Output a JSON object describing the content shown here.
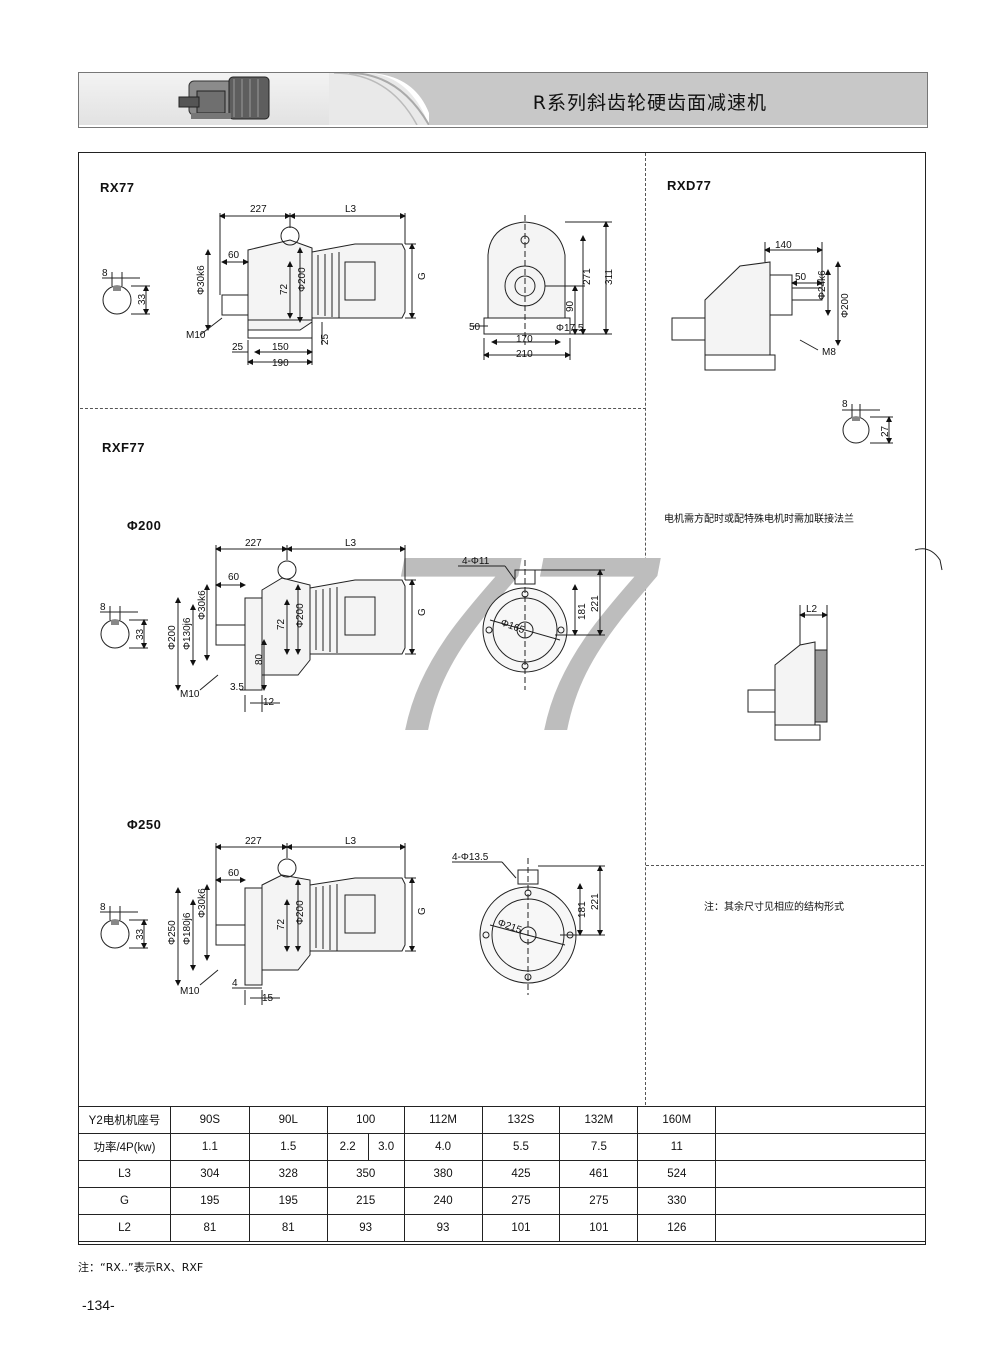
{
  "header": {
    "title": "R系列斜齿轮硬齿面减速机"
  },
  "sections": {
    "rx77": {
      "label": "RX77"
    },
    "rxd77": {
      "label": "RXD77"
    },
    "rxf77": {
      "label": "RXF77"
    },
    "phi200": {
      "label": "Φ200"
    },
    "phi250": {
      "label": "Φ250"
    }
  },
  "notes": {
    "flange": "电机需方配时或配特殊电机时需加联接法兰",
    "other_dims": "注：其余尺寸见相应的结构形式"
  },
  "big_number": "77",
  "dims": {
    "rx77": {
      "d227": "227",
      "L3": "L3",
      "d60": "60",
      "d30k6": "Φ30k6",
      "d200": "Φ200",
      "d72": "72",
      "G": "G",
      "m10": "M10",
      "d25a": "25",
      "d150": "150",
      "d190": "190",
      "d25b": "25",
      "k8": "8",
      "k33": "33",
      "d271": "271",
      "d311": "311",
      "d90": "90",
      "d50": "50",
      "d17_5": "Φ17.5",
      "d170": "170",
      "d210": "210"
    },
    "rxd77": {
      "d140": "140",
      "d50": "50",
      "d24k6": "Φ24k6",
      "d200": "Φ200",
      "m8": "M8",
      "k8": "8",
      "k27": "27",
      "L2": "L2"
    },
    "rxf200": {
      "d227": "227",
      "L3": "L3",
      "d60": "60",
      "d30k6": "Φ30k6",
      "d200": "Φ200",
      "d130j6": "Φ130j6",
      "d200b": "Φ200",
      "d72": "72",
      "d80": "80",
      "G": "G",
      "m10": "M10",
      "d3_5": "3.5",
      "d12": "12",
      "k8": "8",
      "k33": "33",
      "holes": "4-Φ11",
      "d165": "Φ165",
      "d181": "181",
      "d221": "221"
    },
    "rxf250": {
      "d227": "227",
      "L3": "L3",
      "d60": "60",
      "d30k6": "Φ30k6",
      "d250": "Φ250",
      "d180j6": "Φ180j6",
      "d200": "Φ200",
      "d72": "72",
      "G": "G",
      "m10": "M10",
      "d4": "4",
      "d15": "15",
      "k8": "8",
      "k33": "33",
      "holes": "4-Φ13.5",
      "d215": "Φ215",
      "d181": "181",
      "d221": "221"
    }
  },
  "table": {
    "rows": [
      {
        "label": "Y2电机机座号",
        "cells": [
          "90S",
          "90L",
          "100",
          "112M",
          "132S",
          "132M",
          "160M"
        ]
      },
      {
        "label": "功率/4P(kw)",
        "cells": [
          "1.1",
          "1.5",
          "2.2",
          "3.0",
          "4.0",
          "5.5",
          "7.5",
          "11"
        ]
      },
      {
        "label": "L3",
        "cells": [
          "304",
          "328",
          "350",
          "380",
          "425",
          "461",
          "524"
        ]
      },
      {
        "label": "G",
        "cells": [
          "195",
          "195",
          "215",
          "240",
          "275",
          "275",
          "330"
        ]
      },
      {
        "label": "L2",
        "cells": [
          "81",
          "81",
          "93",
          "93",
          "101",
          "101",
          "126"
        ]
      }
    ]
  },
  "footnote": "注：“RX..”表示RX、RXF",
  "page_number": "-134-"
}
